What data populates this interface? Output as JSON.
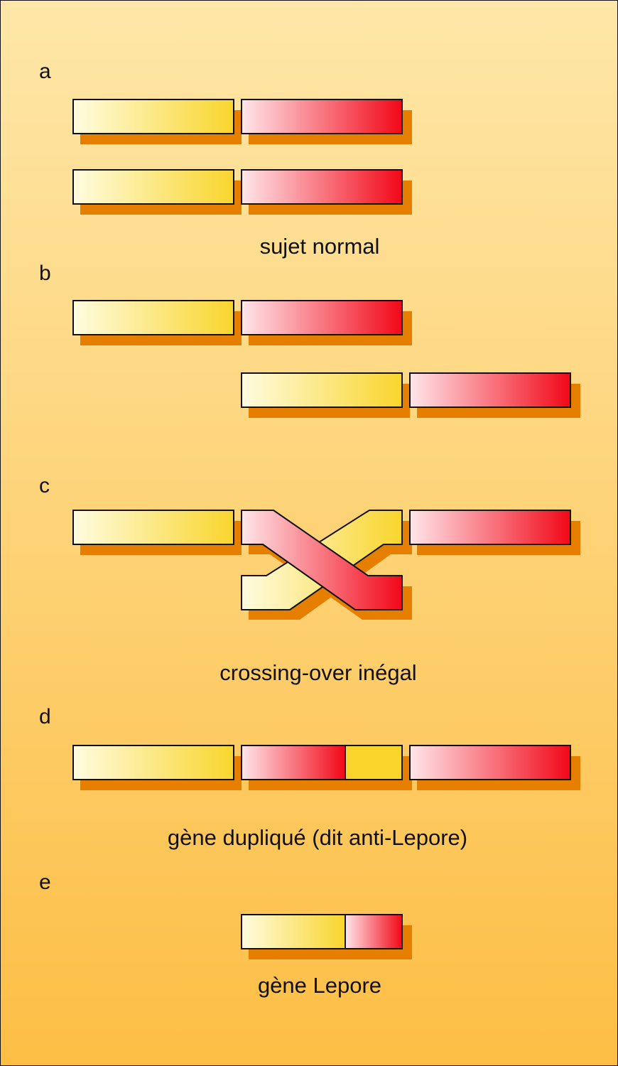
{
  "panels": {
    "a": {
      "letter": "a",
      "caption": "sujet normal"
    },
    "b": {
      "letter": "b",
      "caption": ""
    },
    "c": {
      "letter": "c",
      "caption": "crossing-over inégal"
    },
    "d": {
      "letter": "d",
      "caption": "gène dupliqué (dit anti-Lepore)"
    },
    "e": {
      "letter": "e",
      "caption": "gène Lepore"
    }
  },
  "colors": {
    "background_top": "#FEE7A8",
    "background_bottom": "#FDBE45",
    "shadow": "#E67E00",
    "yellow_light": "#FFFCE0",
    "yellow_dark": "#F9D52C",
    "red_light": "#FFE6EA",
    "red_dark": "#F20818",
    "outline": "#111111"
  }
}
